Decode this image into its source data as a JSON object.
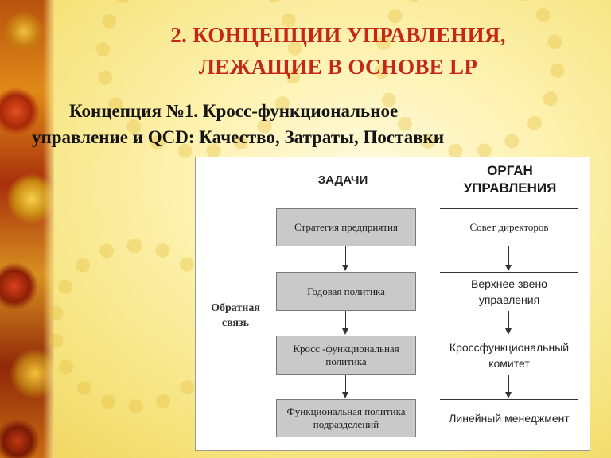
{
  "title": {
    "line1": "2. КОНЦЕПЦИИ УПРАВЛЕНИЯ,",
    "line2": "ЛЕЖАЩИЕ В ОСНОВЕ LP"
  },
  "subtitle": {
    "line1": "Концепция №1. Кросс-функциональное",
    "line2": "управление и QCD: Качество, Затраты, Поставки"
  },
  "diagram": {
    "tasks_header": "ЗАДАЧИ",
    "org_header_line1": "ОРГАН",
    "org_header_line2": "УПРАВЛЕНИЯ",
    "feedback_line1": "Обратная",
    "feedback_line2": "связь",
    "tasks": [
      {
        "line1": "Стратегия предприятия",
        "line2": ""
      },
      {
        "line1": "Годовая политика",
        "line2": ""
      },
      {
        "line1": "Кросс -функциональная",
        "line2": "политика"
      },
      {
        "line1": "Функциональная политика",
        "line2": "подразделений"
      }
    ],
    "bodies": [
      {
        "line1": "Совет директоров",
        "line2": ""
      },
      {
        "line1": "Верхнее звено",
        "line2": "управления"
      },
      {
        "line1": "Кроссфункциональный",
        "line2": "комитет"
      },
      {
        "line1": "Линейный менеджмент",
        "line2": ""
      }
    ]
  },
  "colors": {
    "title": "#c4261a",
    "task_box": "#c9c9c9"
  }
}
